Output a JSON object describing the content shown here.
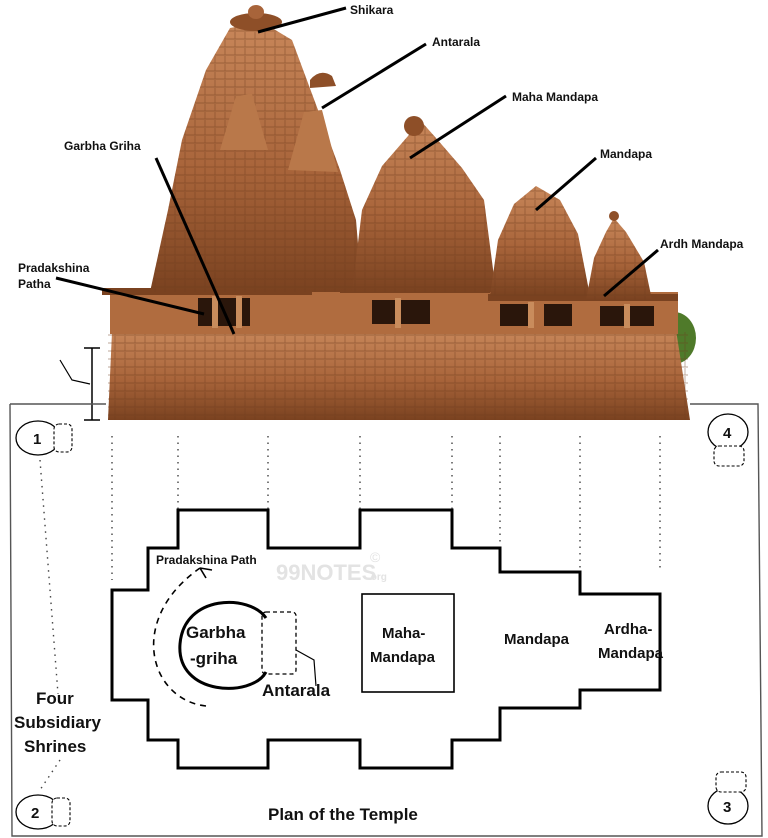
{
  "elevation": {
    "labels": {
      "shikara": "Shikara",
      "antarala": "Antarala",
      "maha_mandapa": "Maha Mandapa",
      "garbha_griha": "Garbha Griha",
      "mandapa": "Mandapa",
      "pradakshina_line1": "Pradakshina",
      "pradakshina_line2": "Patha",
      "ardh_mandapa": "Ardh Mandapa"
    }
  },
  "plan": {
    "title": "Plan of the Temple",
    "pradakshina_path": "Pradakshina Path",
    "garbha_line1": "Garbha",
    "garbha_line2": "-griha",
    "antarala": "Antarala",
    "maha_line1": "Maha-",
    "maha_line2": "Mandapa",
    "mandapa": "Mandapa",
    "ardha_line1": "Ardha-",
    "ardha_line2": "Mandapa",
    "shrines_line1": "Four",
    "shrines_line2": "Subsidiary",
    "shrines_line3": "Shrines",
    "shrine_numbers": [
      "1",
      "2",
      "3",
      "4"
    ],
    "watermark": "99NOTES",
    "watermark_suffix": ".org",
    "watermark_mark": "©"
  },
  "colors": {
    "stone_dark": "#6b3a1c",
    "stone_mid": "#a8643a",
    "stone_light": "#d9a074",
    "foliage": "#4f7a2a"
  }
}
